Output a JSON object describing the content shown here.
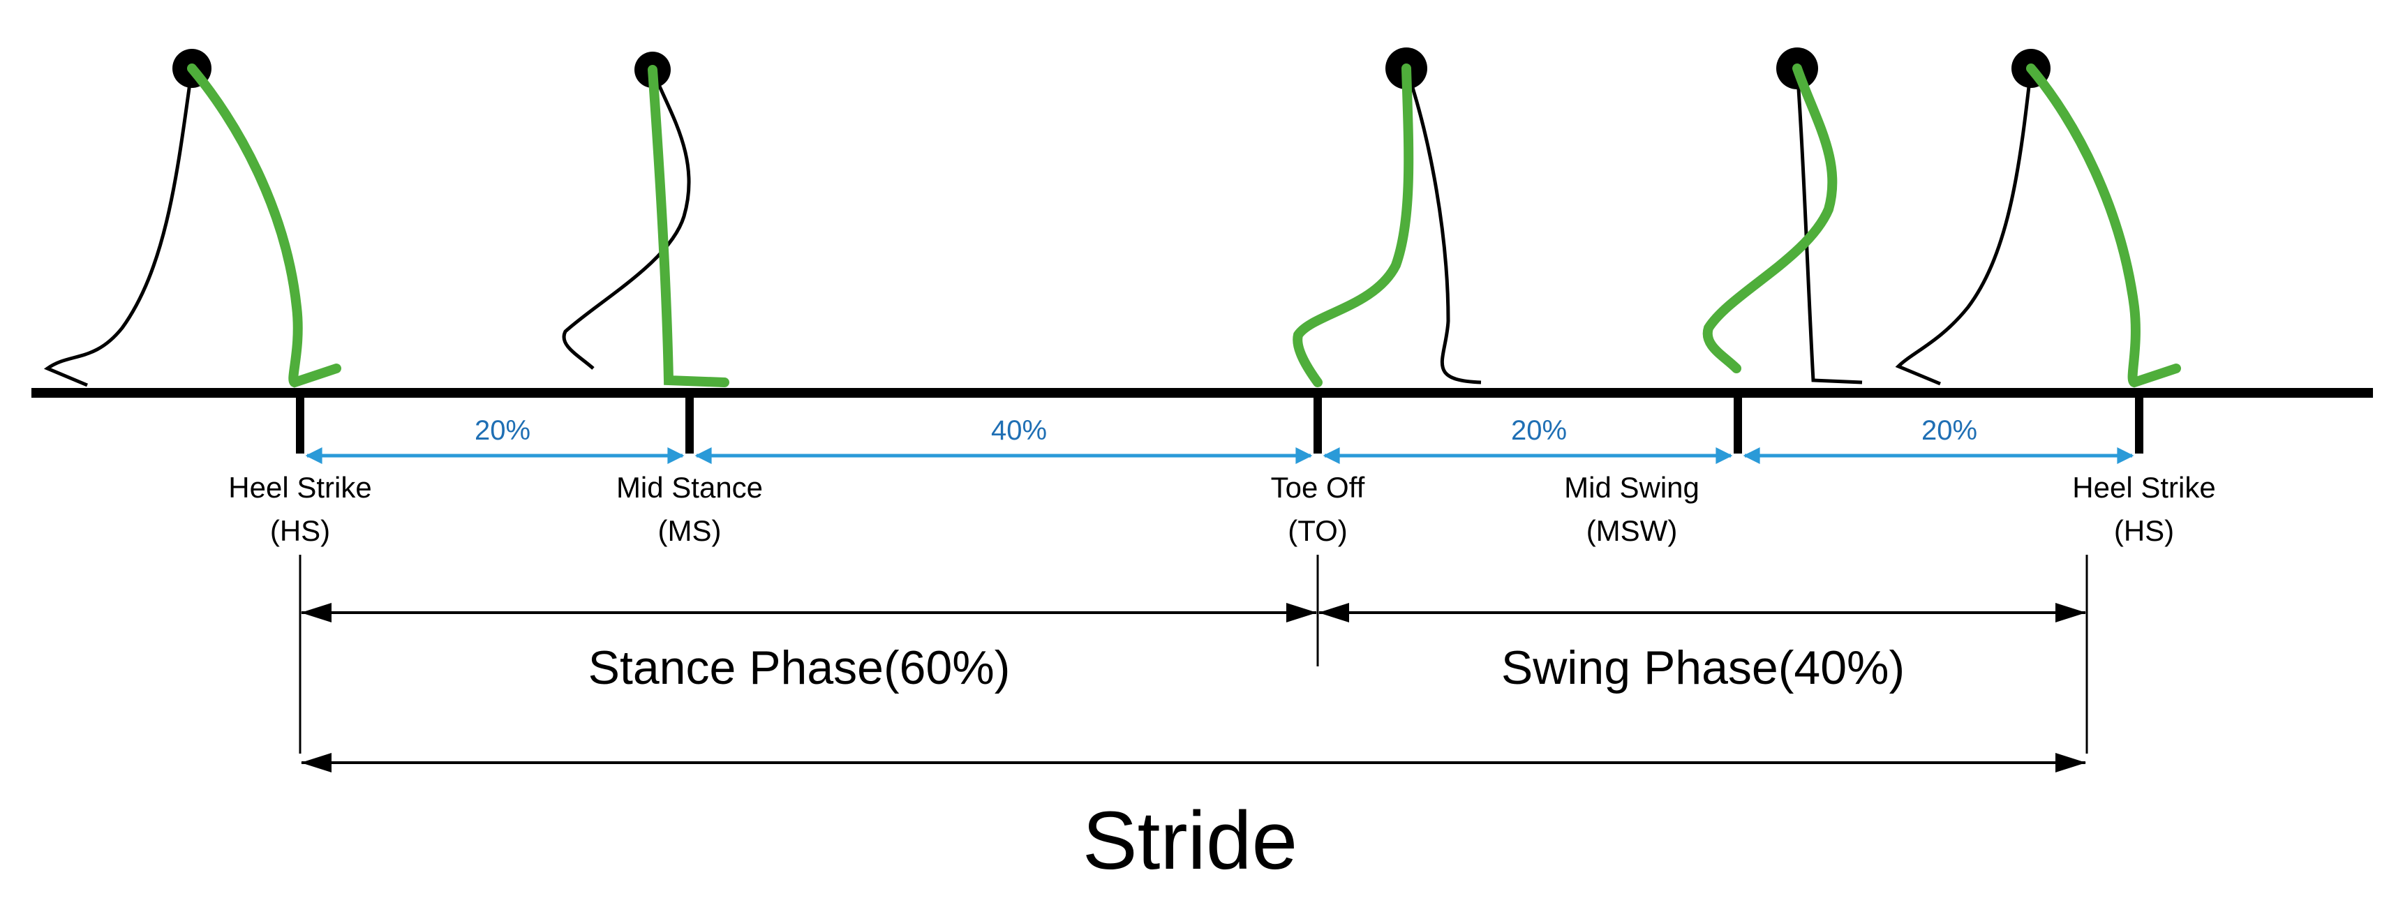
{
  "colors": {
    "ground": "#000000",
    "green_leg": "#4fae3b",
    "other_leg": "#000000",
    "interval_arrow": "#2a9ad8",
    "interval_text": "#1f6fb4",
    "phase_arrow": "#000000"
  },
  "events": [
    {
      "line1": "Heel Strike",
      "line2": "(HS)"
    },
    {
      "line1": "Mid Stance",
      "line2": "(MS)"
    },
    {
      "line1": "Toe Off",
      "line2": "(TO)"
    },
    {
      "line1": "Mid Swing",
      "line2": "(MSW)"
    },
    {
      "line1": "Heel Strike",
      "line2": "(HS)"
    }
  ],
  "intervals": [
    {
      "label": "20%"
    },
    {
      "label": "40%"
    },
    {
      "label": "20%"
    },
    {
      "label": "20%"
    }
  ],
  "phases": {
    "stance": "Stance Phase(60%)",
    "swing": "Swing Phase(40%)"
  },
  "stride": "Stride"
}
